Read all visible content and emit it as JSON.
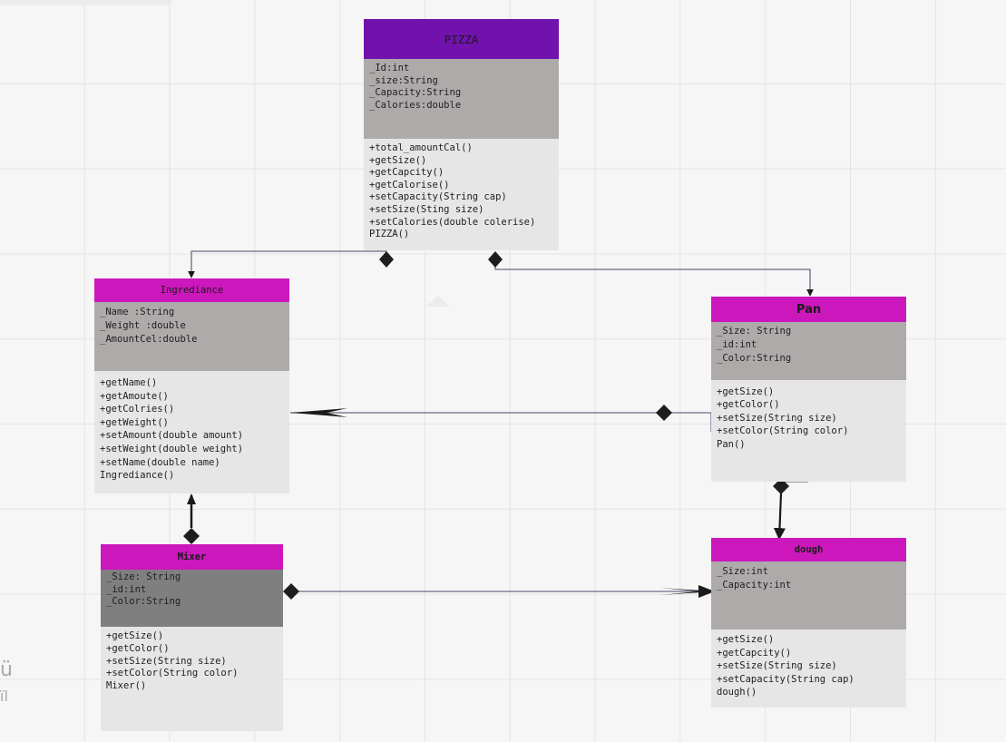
{
  "ghost": {
    "line1": "ü",
    "line2": "ïl"
  },
  "classes": {
    "pizza": {
      "title": "PIZZA",
      "header_color": "#7212ad",
      "attributes": [
        "_Id:int",
        "_size:String",
        "_Capacity:String",
        "_Calories:double"
      ],
      "methods": [
        "+total_amountCal()",
        "+getSize()",
        "+getCapcity()",
        "+getCalorise()",
        "+setCapacity(String cap)",
        "+setSize(Sting size)",
        "+setCalories(double colerise)",
        "PIZZA()"
      ]
    },
    "ingrediance": {
      "title": "Ingrediance",
      "header_color": "#cc17bc",
      "attributes": [
        "_Name :String",
        "_Weight :double",
        "_AmountCel:double"
      ],
      "methods": [
        "+getName()",
        "+getAmoute()",
        "+getColries()",
        "+getWeight()",
        "+setAmount(double amount)",
        "+setWeight(double weight)",
        "+setName(double name)",
        "Ingrediance()"
      ]
    },
    "pan": {
      "title": "Pan",
      "header_color": "#cc17bc",
      "attributes": [
        "_Size: String",
        "_id:int",
        "_Color:String"
      ],
      "methods": [
        "+getSize()",
        "+getColor()",
        "+setSize(String size)",
        "+setColor(String color)",
        "Pan()"
      ]
    },
    "mixer": {
      "title": "Mixer",
      "header_color": "#cc17bc",
      "attributes": [
        "_Size: String",
        "_id:int",
        "_Color:String"
      ],
      "methods": [
        "+getSize()",
        "+getColor()",
        "+setSize(String size)",
        "+setColor(String color)",
        "Mixer()"
      ]
    },
    "dough": {
      "title": "dough",
      "header_color": "#cc17bc",
      "attributes": [
        "_Size:int",
        "_Capacity:int"
      ],
      "methods": [
        "+getSize()",
        "+getCapcity()",
        "+setSize(String size)",
        "+setCapacity(String cap)",
        "dough()"
      ]
    }
  },
  "colors": {
    "attr_background": "#aeaaaa",
    "mixer_attr_background": "#7f7f7f",
    "method_background": "#e6e6e6",
    "connector": "#6a6a88",
    "arrow": "#1a1a1a"
  }
}
